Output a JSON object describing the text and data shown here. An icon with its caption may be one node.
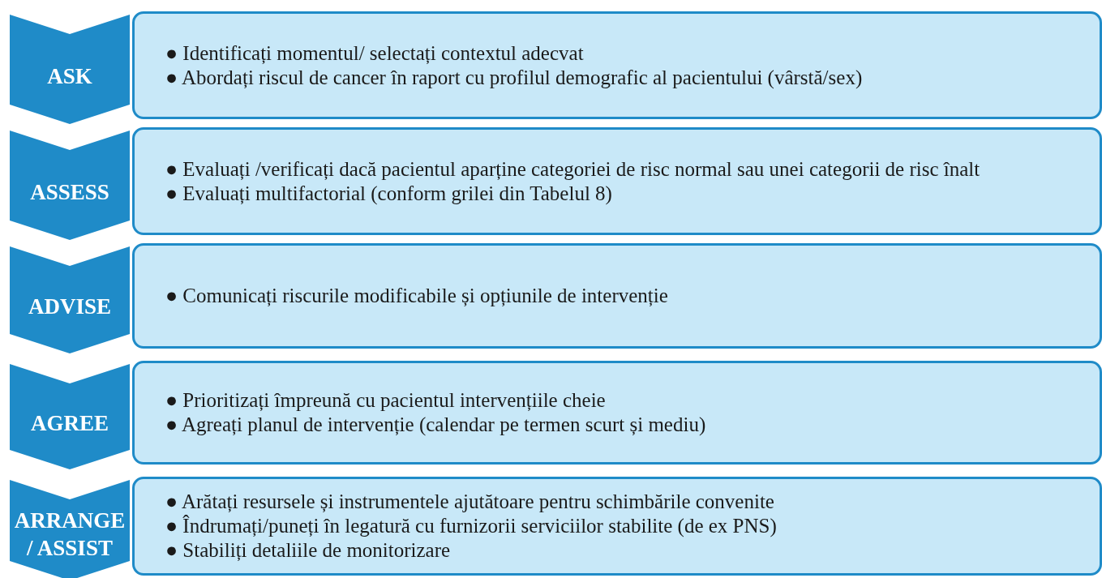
{
  "diagram": {
    "nodes": [
      {
        "text": [
          "ASK"
        ]
      },
      {
        "text": [
          "● Identificați momentul/ selectați contextul adecvat",
          "● Abordați riscul de cancer în raport cu profilul demografic al pacientului (vârstă/sex)"
        ]
      },
      {
        "text": [
          "ASSESS"
        ]
      },
      {
        "text": [
          "● Evaluați /verificați dacă pacientul aparține categoriei de risc normal sau unei categorii de risc înalt",
          "● Evaluați multifactorial (conform grilei din Tabelul 8)"
        ]
      },
      {
        "text": [
          "ADVISE"
        ]
      },
      {
        "text": [
          "● Comunicați riscurile modificabile  și opțiunile de intervenție"
        ]
      },
      {
        "text": [
          "AGREE"
        ]
      },
      {
        "text": [
          "● Prioritizați împreună cu pacientul intervențiile cheie",
          "● Agreați planul de intervenție (calendar pe termen scurt și mediu)"
        ]
      },
      {
        "text": [
          "ARRANGE / ASSIST"
        ]
      },
      {
        "text": [
          "● Arătați resursele și instrumentele ajutătoare pentru schimbările convenite",
          "● Îndrumați/puneți în legatură cu furnizorii serviciilor stabilite (de ex PNS)",
          "● Stabiliți detaliile de monitorizare"
        ]
      }
    ],
    "edges": []
  }
}
